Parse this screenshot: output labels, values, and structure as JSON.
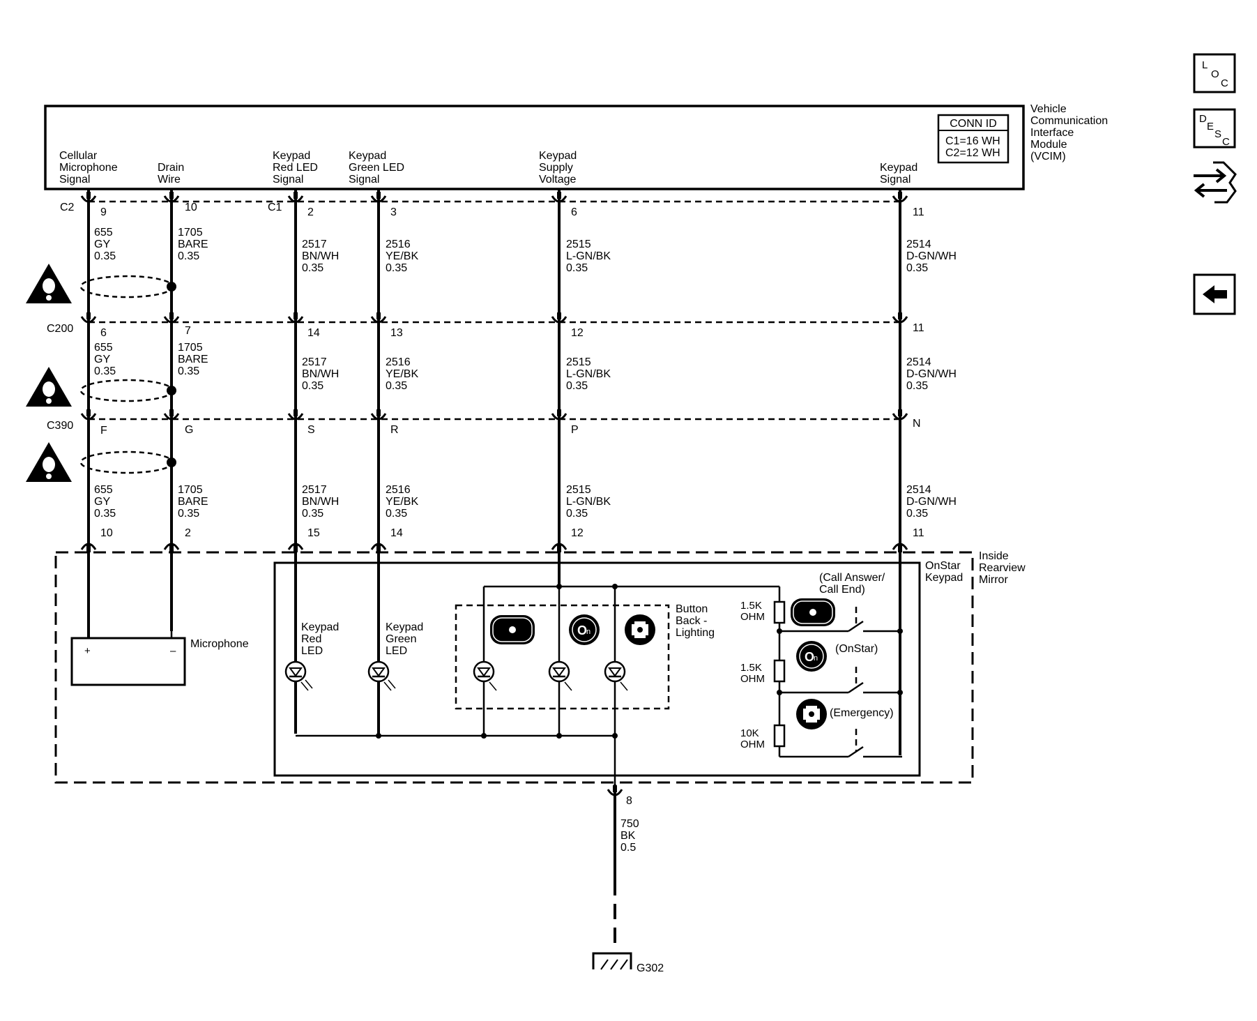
{
  "module": {
    "name_lines": [
      "Vehicle",
      "Communication",
      "Interface",
      "Module",
      "(VCIM)"
    ],
    "conn_id": {
      "title": "CONN ID",
      "lines": [
        "C1=16 WH",
        "C2=12 WH"
      ]
    },
    "signals": [
      [
        "Cellular",
        "Microphone",
        "Signal"
      ],
      [
        "Drain",
        "Wire"
      ],
      [
        "Keypad",
        "Red LED",
        "Signal"
      ],
      [
        "Keypad",
        "Green LED",
        "Signal"
      ],
      [
        "Keypad",
        "Supply",
        "Voltage"
      ],
      [
        "Keypad",
        "Signal"
      ]
    ]
  },
  "connectors": {
    "vcim": {
      "c2": "C2",
      "c1": "C1",
      "pins": [
        "9",
        "10",
        "2",
        "3",
        "6",
        "11"
      ]
    },
    "c200": {
      "name": "C200",
      "pins": [
        "6",
        "7",
        "14",
        "13",
        "12",
        "11"
      ]
    },
    "c390": {
      "name": "C390",
      "pins": [
        "F",
        "G",
        "S",
        "R",
        "P",
        "N"
      ]
    },
    "mirror": {
      "pins": [
        "10",
        "2",
        "15",
        "14",
        "12",
        "11"
      ]
    }
  },
  "wire_labels": [
    [
      "655",
      "GY",
      "0.35"
    ],
    [
      "1705",
      "BARE",
      "0.35"
    ],
    [
      "2517",
      "BN/WH",
      "0.35"
    ],
    [
      "2516",
      "YE/BK",
      "0.35"
    ],
    [
      "2515",
      "L-GN/BK",
      "0.35"
    ],
    [
      "2514",
      "D-GN/WH",
      "0.35"
    ]
  ],
  "mirror": {
    "name_lines": [
      "Inside",
      "Rearview",
      "Mirror"
    ],
    "keypad_lines": [
      "OnStar",
      "Keypad"
    ],
    "microphone": "Microphone",
    "mic_plus": "+",
    "mic_minus": "–",
    "red_led": [
      "Keypad",
      "Red",
      "LED"
    ],
    "green_led": [
      "Keypad",
      "Green",
      "LED"
    ],
    "backlight": [
      "Button",
      "Back -",
      "Lighting"
    ],
    "resistors": [
      [
        "1.5K",
        "OHM"
      ],
      [
        "1.5K",
        "OHM"
      ],
      [
        "10K",
        "OHM"
      ]
    ],
    "switches": [
      [
        "(Call Answer/",
        "Call End)"
      ],
      [
        "(OnStar)"
      ],
      [
        "(Emergency)"
      ]
    ]
  },
  "ground": {
    "pin": "8",
    "wire": [
      "750",
      "BK",
      "0.5"
    ],
    "name": "G302"
  },
  "nav": {
    "loc": [
      "L",
      "O",
      "C"
    ],
    "desc": [
      "D",
      "E",
      "S",
      "C"
    ]
  }
}
